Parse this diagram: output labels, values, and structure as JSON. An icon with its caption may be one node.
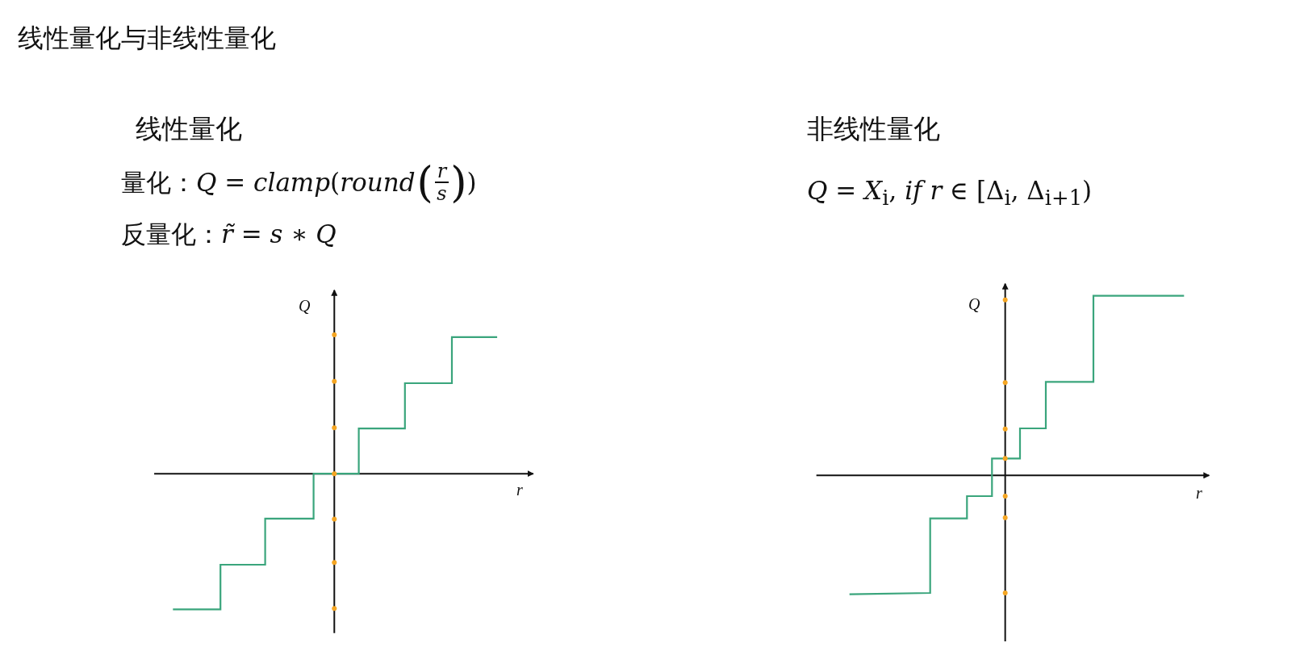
{
  "diagram": {
    "title": "线性量化与非线性量化",
    "labels": [
      "线性量化",
      "量化：*Q* = *clamp*(*round*",
      "(",
      "r",
      "s",
      ")",
      ")",
      "反量化：*r̃* = *s* ∗ *Q*",
      "非线性量化",
      "*Q* = *X*$_{i}$, *if r* ∈ [Δ$_{i}$, Δ$_{i+1}$)",
      "Q",
      "r",
      "Q",
      "r"
    ]
  }
}
